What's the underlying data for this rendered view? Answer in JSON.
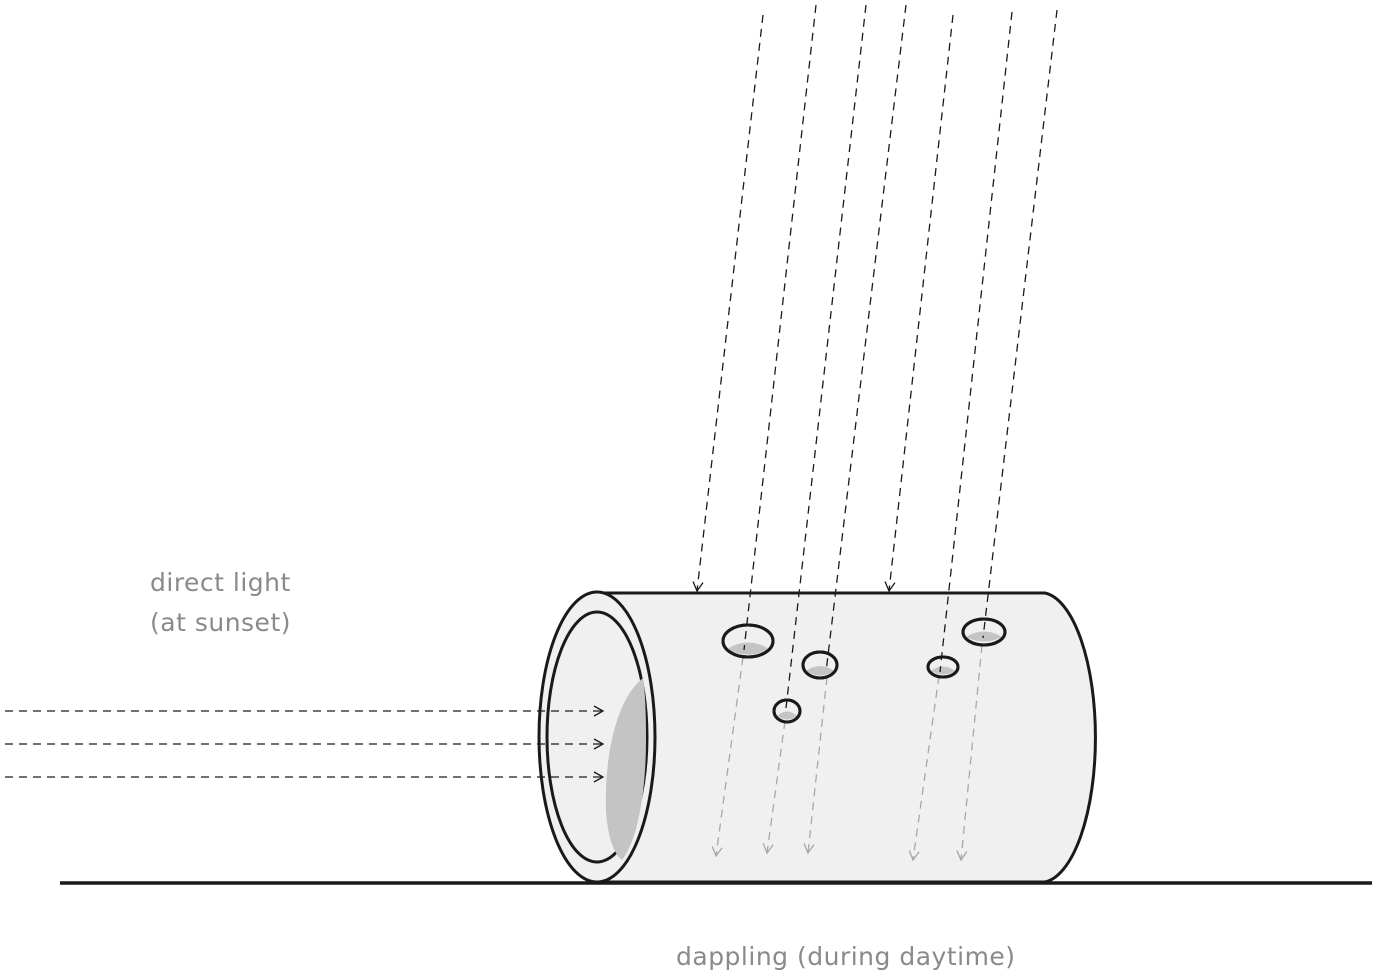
{
  "labels": {
    "direct_light_line1": "direct light",
    "direct_light_line2": "(at sunset)",
    "dappling": "dappling (during daytime)"
  },
  "colors": {
    "stroke": "#1a1a1a",
    "body_fill": "#f0f0f0",
    "shadow": "#c4c4c4",
    "passing_ray": "#a8a8a8",
    "label": "#8a8a8a"
  }
}
